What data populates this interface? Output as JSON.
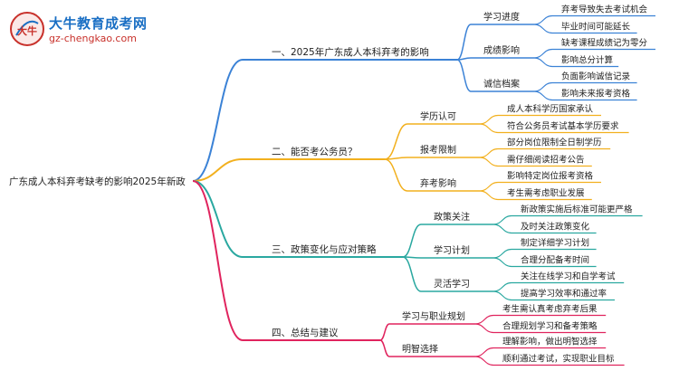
{
  "logo": {
    "name": "大牛教育成考网",
    "url": "gz-chengkao.com",
    "mark_text": "大牛"
  },
  "mindmap": {
    "root": "广东成人本科弃考缺考的影响2025年新政",
    "branches": [
      {
        "label": "一、2025年广东成人本科弃考的影响",
        "color": "#3b82d6",
        "children": [
          {
            "label": "学习进度",
            "leaves": [
              "弃考导致失去考试机会",
              "毕业时间可能延长"
            ]
          },
          {
            "label": "成绩影响",
            "leaves": [
              "缺考课程成绩记为零分",
              "影响总分计算"
            ]
          },
          {
            "label": "诚信档案",
            "leaves": [
              "负面影响诚信记录",
              "影响未来报考资格"
            ]
          }
        ]
      },
      {
        "label": "二、能否考公务员？",
        "color": "#f2b01e",
        "children": [
          {
            "label": "学历认可",
            "leaves": [
              "成人本科学历国家承认",
              "符合公务员考试基本学历要求"
            ]
          },
          {
            "label": "报考限制",
            "leaves": [
              "部分岗位限制全日制学历",
              "需仔细阅读招考公告"
            ]
          },
          {
            "label": "弃考影响",
            "leaves": [
              "影响特定岗位报考资格",
              "考生需考虑职业发展"
            ]
          }
        ]
      },
      {
        "label": "三、政策变化与应对策略",
        "color": "#2aa8a0",
        "children": [
          {
            "label": "政策关注",
            "leaves": [
              "新政策实施后标准可能更严格",
              "及时关注政策变化"
            ]
          },
          {
            "label": "学习计划",
            "leaves": [
              "制定详细学习计划",
              "合理分配备考时间"
            ]
          },
          {
            "label": "灵活学习",
            "leaves": [
              "关注在线学习和自学考试",
              "提高学习效率和通过率"
            ]
          }
        ]
      },
      {
        "label": "四、总结与建议",
        "color": "#e0245e",
        "children": [
          {
            "label": "学习与职业规划",
            "leaves": [
              "考生需认真考虑弃考后果",
              "合理规划学习和备考策略"
            ]
          },
          {
            "label": "明智选择",
            "leaves": [
              "理解影响，做出明智选择",
              "顺利通过考试，实现职业目标"
            ]
          }
        ]
      }
    ]
  }
}
